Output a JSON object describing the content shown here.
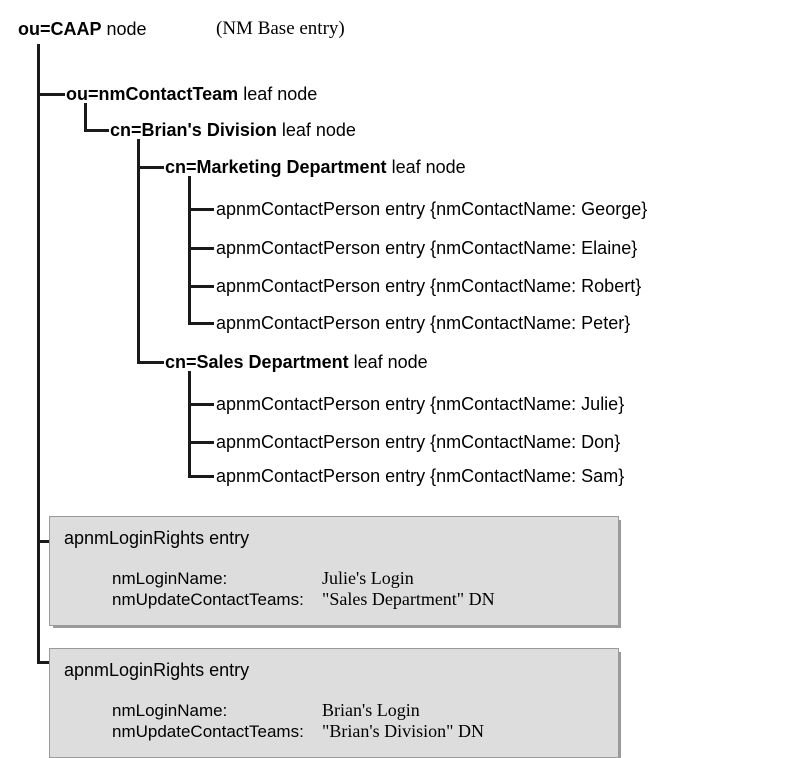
{
  "diagram": {
    "title": "LDAP directory tree for NM Base entry ou=CAAP",
    "root": {
      "dn": "ou=CAAP",
      "kind": " node",
      "annotation": "(NM Base entry)"
    },
    "nodes": [
      {
        "dn": "ou=nmContactTeam",
        "kind": " leaf node"
      },
      {
        "dn": "cn=Brian's Division",
        "kind": " leaf node"
      },
      {
        "dn": "cn=Marketing Department",
        "kind": " leaf node"
      },
      {
        "dn": "cn=Sales Department",
        "kind": " leaf node"
      }
    ],
    "marketing_people": [
      "apnmContactPerson entry {nmContactName: George}",
      "apnmContactPerson entry {nmContactName: Elaine}",
      "apnmContactPerson entry {nmContactName: Robert}",
      "apnmContactPerson entry {nmContactName: Peter}"
    ],
    "sales_people": [
      "apnmContactPerson entry {nmContactName: Julie}",
      "apnmContactPerson entry {nmContactName: Don}",
      "apnmContactPerson entry {nmContactName: Sam}"
    ],
    "login_rights": [
      {
        "title": "apnmLoginRights entry",
        "attributes": [
          {
            "name": "nmLoginName:",
            "value": "Julie's Login"
          },
          {
            "name": "nmUpdateContactTeams:",
            "value": "\"Sales Department\" DN"
          }
        ]
      },
      {
        "title": "apnmLoginRights entry",
        "attributes": [
          {
            "name": "nmLoginName:",
            "value": "Brian's Login"
          },
          {
            "name": "nmUpdateContactTeams:",
            "value": "\"Brian's Division\" DN"
          }
        ]
      }
    ],
    "colors": {
      "line": "#1a1a1a",
      "box_fill": "#dddddd",
      "box_border": "#9a9a9a",
      "text": "#000000",
      "background": "#ffffff"
    }
  }
}
